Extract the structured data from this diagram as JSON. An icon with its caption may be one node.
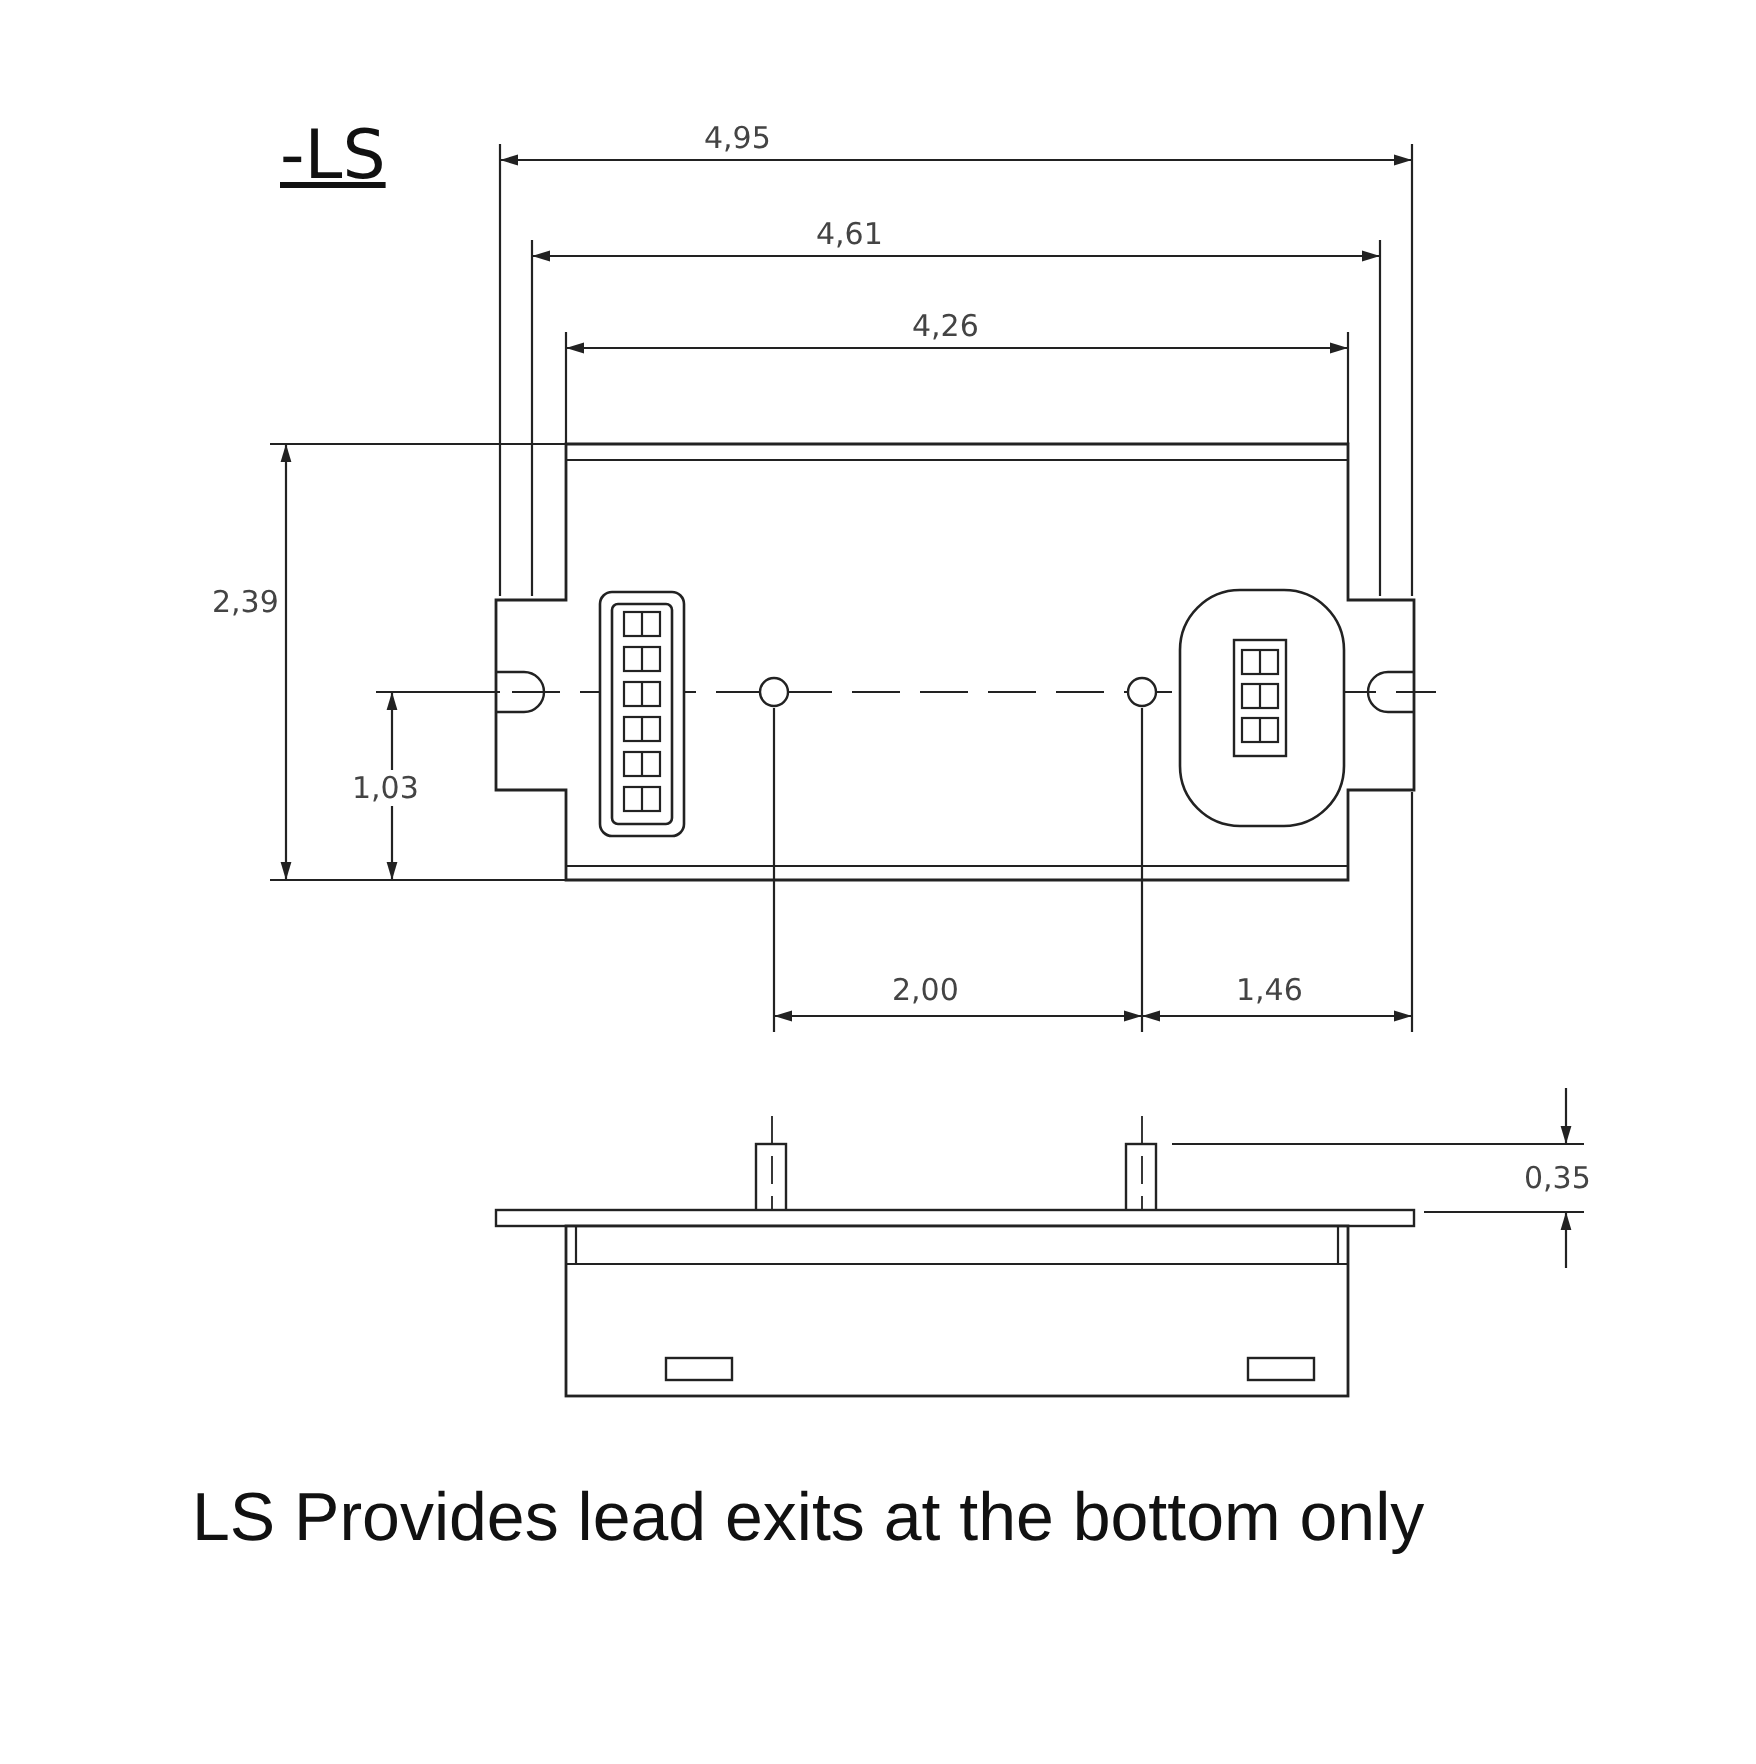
{
  "diagram": {
    "title": "-LS",
    "caption": "LS Provides lead exits at the bottom only",
    "labels": [
      "4,95",
      "4,61",
      "4,26",
      "2,39",
      "1,03",
      "2,00",
      "1,46",
      "0,35"
    ]
  }
}
